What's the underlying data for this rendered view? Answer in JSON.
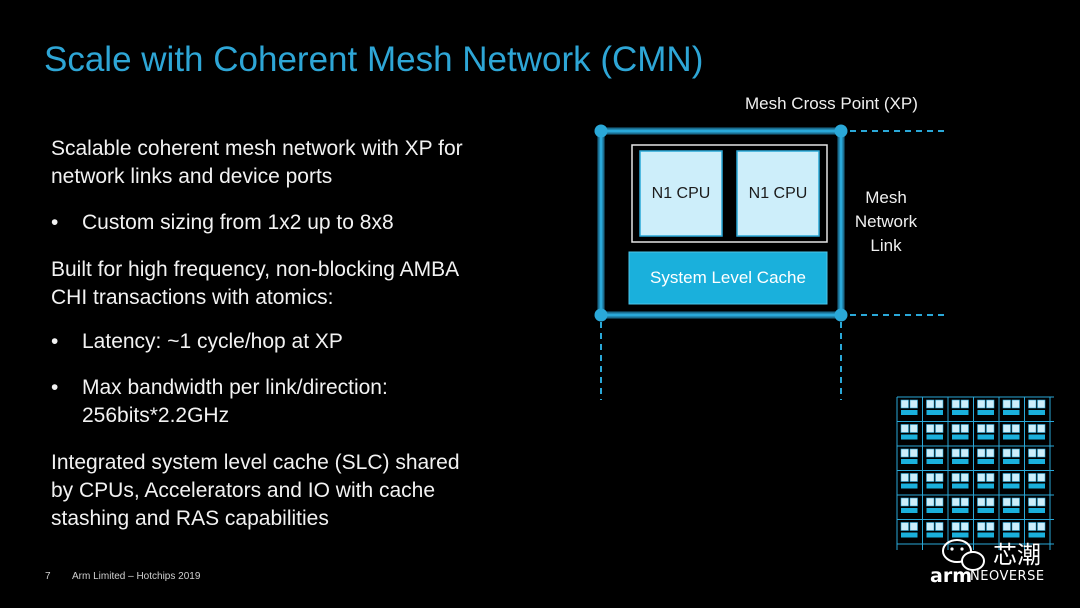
{
  "slide": {
    "title": "Scale with Coherent Mesh Network (CMN)",
    "intro_line1": "Scalable coherent mesh network with XP for",
    "intro_line2": "network links and device ports",
    "bullet1": "Custom sizing from 1x2 up to 8x8",
    "para2_line1": "Built for high frequency, non-blocking AMBA",
    "para2_line2": "CHI transactions with atomics:",
    "bullet2": "Latency: ~1 cycle/hop at XP",
    "bullet3_line1": "Max bandwidth per link/direction:",
    "bullet3_line2": "256bits*2.2GHz",
    "para3_line1": "Integrated system level cache (SLC) shared",
    "para3_line2": "by CPUs, Accelerators and IO with cache",
    "para3_line3": "stashing and RAS capabilities",
    "bullet_glyph": "•"
  },
  "diagram": {
    "xp_label": "Mesh Cross Point (XP)",
    "link_label_line1": "Mesh",
    "link_label_line2": "Network",
    "link_label_line3": "Link",
    "cpu1_label": "N1 CPU",
    "cpu2_label": "N1 CPU",
    "slc_label": "System Level Cache",
    "grid_rows": 6,
    "grid_cols": 6,
    "accent_color": "#2aa8d8",
    "cpu_fill": "#cdeefa",
    "slc_fill": "#1ab0dc"
  },
  "footer": {
    "page_number": "7",
    "text": "Arm Limited – Hotchips 2019"
  },
  "watermark": {
    "chinese_text": "芯潮",
    "brand_arm": "arm",
    "brand_neoverse": "NEOVERSE"
  }
}
